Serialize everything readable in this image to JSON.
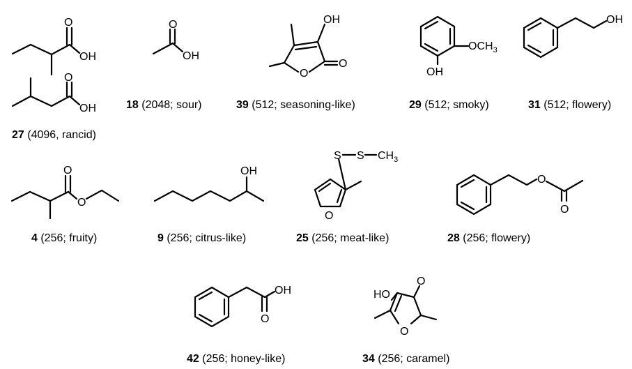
{
  "compounds": [
    {
      "id": "c27",
      "num": "27",
      "desc": " (4096, rancid)"
    },
    {
      "id": "c18",
      "num": "18",
      "desc": " (2048; sour)"
    },
    {
      "id": "c39",
      "num": "39",
      "desc": " (512; seasoning-like)"
    },
    {
      "id": "c29",
      "num": "29",
      "desc": " (512; smoky)"
    },
    {
      "id": "c31",
      "num": "31",
      "desc": " (512; flowery)"
    },
    {
      "id": "c4",
      "num": "4",
      "desc": " (256; fruity)"
    },
    {
      "id": "c9",
      "num": "9",
      "desc": " (256; citrus-like)"
    },
    {
      "id": "c25",
      "num": "25",
      "desc": " (256; meat-like)"
    },
    {
      "id": "c28",
      "num": "28",
      "desc": " (256; flowery)"
    },
    {
      "id": "c42",
      "num": "42",
      "desc": " (256; honey-like)"
    },
    {
      "id": "c34",
      "num": "34",
      "desc": " (256; caramel)"
    }
  ],
  "atoms": {
    "O": "O",
    "OH": "OH",
    "HO": "HO",
    "OCH": "OCH",
    "S": "S",
    "CH": "CH",
    "sub3": "3"
  }
}
